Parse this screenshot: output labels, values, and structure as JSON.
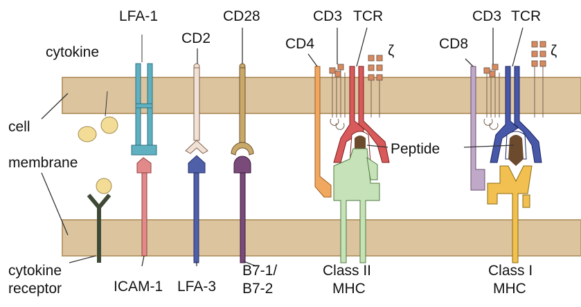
{
  "labels": {
    "cytokine": "cytokine",
    "cell_membrane_1": "cell",
    "cell_membrane_2": "membrane",
    "cytokine_receptor_1": "cytokine",
    "cytokine_receptor_2": "receptor",
    "lfa1": "LFA-1",
    "icam1": "ICAM-1",
    "cd2": "CD2",
    "lfa3": "LFA-3",
    "cd28": "CD28",
    "b7_1": "B7-1/",
    "b7_2": "B7-2",
    "cd4": "CD4",
    "cd3_left": "CD3",
    "tcr_left": "TCR",
    "zeta_left": "ζ",
    "class2_1": "Class II",
    "class2_2": "MHC",
    "peptide": "Peptide",
    "cd8": "CD8",
    "cd3_right": "CD3",
    "tcr_right": "TCR",
    "zeta_right": "ζ",
    "class1_1": "Class I",
    "class1_2": "MHC"
  },
  "colors": {
    "membrane": "#dcc59e",
    "membrane_edge": "#b89a6c",
    "lfa1": "#5fb0c0",
    "icam1": "#e28a8a",
    "cd2": "#f1e2d6",
    "lfa3": "#4f5fa8",
    "cd28": "#c9a96a",
    "b7": "#7a4a7a",
    "cytokine": "#f3dc95",
    "receptor": "#3f4a36",
    "cd4": "#f0a860",
    "tcr_left": "#d85a5a",
    "class2": "#c6e2b8",
    "peptide": "#6b4a2e",
    "cd8": "#c0a8c8",
    "tcr_right": "#4858a8",
    "class1": "#f2c050",
    "cd3": "#d9895e"
  }
}
